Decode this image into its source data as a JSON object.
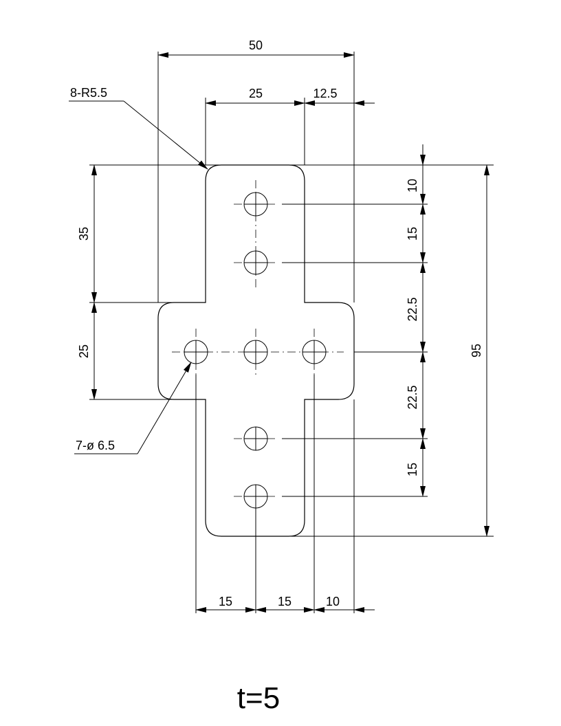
{
  "title": "",
  "dimensions": {
    "overall_width": "50",
    "top_width": "25",
    "top_right_offset": "12.5",
    "fillet_callout": "8-R5.5",
    "hole_callout": "7-ø 6.5",
    "left_upper_height": "35",
    "left_lower_height": "25",
    "right_top_offset": "10",
    "right_hole_spacing_1": "15",
    "right_spacing_2": "22.5",
    "right_spacing_3": "22.5",
    "right_hole_spacing_4": "15",
    "overall_height": "95",
    "bottom_spacing_1": "15",
    "bottom_spacing_2": "15",
    "bottom_spacing_3": "10"
  },
  "thickness_note": "t=5",
  "colors": {
    "line": "#000000",
    "background": "#ffffff"
  }
}
